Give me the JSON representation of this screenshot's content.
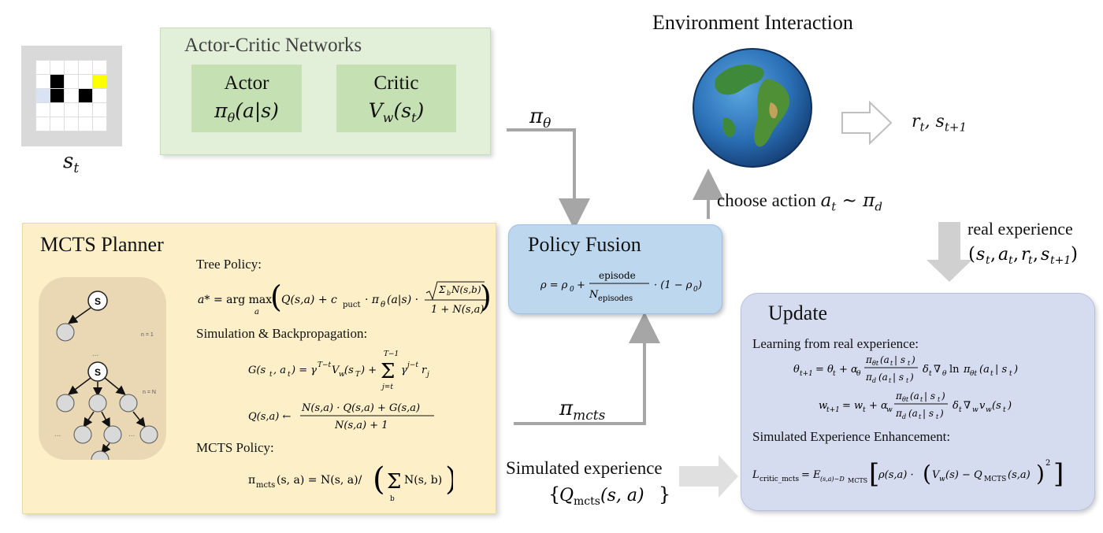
{
  "state": {
    "label": "s",
    "label_sub": "t"
  },
  "actor_critic": {
    "title": "Actor-Critic Networks",
    "actor": {
      "name": "Actor",
      "formula": "π",
      "formula_sub": "θ",
      "formula_rest": "(a|s)"
    },
    "critic": {
      "name": "Critic",
      "formula": "V",
      "formula_sub": "w",
      "formula_rest": "(s",
      "formula_sub2": "t",
      "formula_close": ")"
    }
  },
  "arrows": {
    "pi_theta": "π",
    "pi_theta_sub": "θ",
    "pi_mcts": "π",
    "pi_mcts_sub": "mcts",
    "choose_action": "choose action",
    "choose_action_math": "a",
    "choose_action_math_sub": "t",
    "choose_action_tail": " ∼ π",
    "choose_action_tail_sub": "d",
    "reward_state": "r",
    "reward_state_sub": "t",
    "reward_state_mid": ", s",
    "reward_state_sub2": "t+1",
    "real_experience": "real experience",
    "real_experience_tuple": "(s_t, a_t, r_t, s_{t+1})",
    "simulated_experience": "Simulated experience",
    "simulated_experience_set": "{Q_mcts(s, a)}"
  },
  "environment": {
    "title": "Environment Interaction"
  },
  "mcts": {
    "title": "MCTS Planner",
    "tree_policy_label": "Tree Policy:",
    "tree_policy_formula": "a* = arg max_a ( Q(s,a) + c_puct · π_θ(a|s) · √(Σ_b N(s,b)) / (1 + N(s,a)) )",
    "simulation_label": "Simulation & Backpropagation:",
    "return_formula": "G(s_t, a_t) = γ^{T−t} V_w(s_T) + Σ_{j=t}^{T−1} γ^{j−t} r_j",
    "q_update_formula": "Q(s,a) ← (N(s,a) · Q(s,a) + G(s,a)) / (N(s,a) + 1)",
    "mcts_policy_label": "MCTS Policy:",
    "mcts_policy_formula": "π_mcts(s,a) = N(s,a) / ( Σ_b N(s,b) )",
    "tree": {
      "root": "S",
      "mid": "S",
      "ellipsis": "...",
      "n1": "n = 1",
      "nN": "n = N"
    }
  },
  "fusion": {
    "title": "Policy Fusion",
    "formula": "ρ = ρ_0 + (episode / N_episodes) · (1 − ρ_0)"
  },
  "update": {
    "title": "Update",
    "real_label": "Learning from real experience:",
    "theta_formula": "θ_{t+1} = θ_t + α_θ (π_{θ_t}(a_t|s_t) / π_d(a_t|s_t)) δ_t ∇_θ ln π_{θ_t}(a_t|s_t)",
    "w_formula": "w_{t+1} = w_t + α_w (π_{θ_t}(a_t|s_t) / π_d(a_t|s_t)) δ_t ∇_w v_w(s_t)",
    "sim_label": "Simulated Experience Enhancement:",
    "loss_formula": "L_critic_mcts = E_{(s,a)∼D_MCTS} [ ρ(s,a) · ( V_w(s) − Q_MCTS(s,a) )^2 ]"
  },
  "colors": {
    "state_panel": "#d9d9d9",
    "state_black": "#000000",
    "state_yellow": "#ffff00",
    "state_blue": "#dae3f3",
    "actor_critic_bg": "#e2efd9",
    "network_box": "#c5e0b3",
    "mcts_bg": "#fdf0c9",
    "fusion_bg": "#bdd7ee",
    "update_bg": "#d6dcf0",
    "arrow": "#a6a6a6"
  }
}
